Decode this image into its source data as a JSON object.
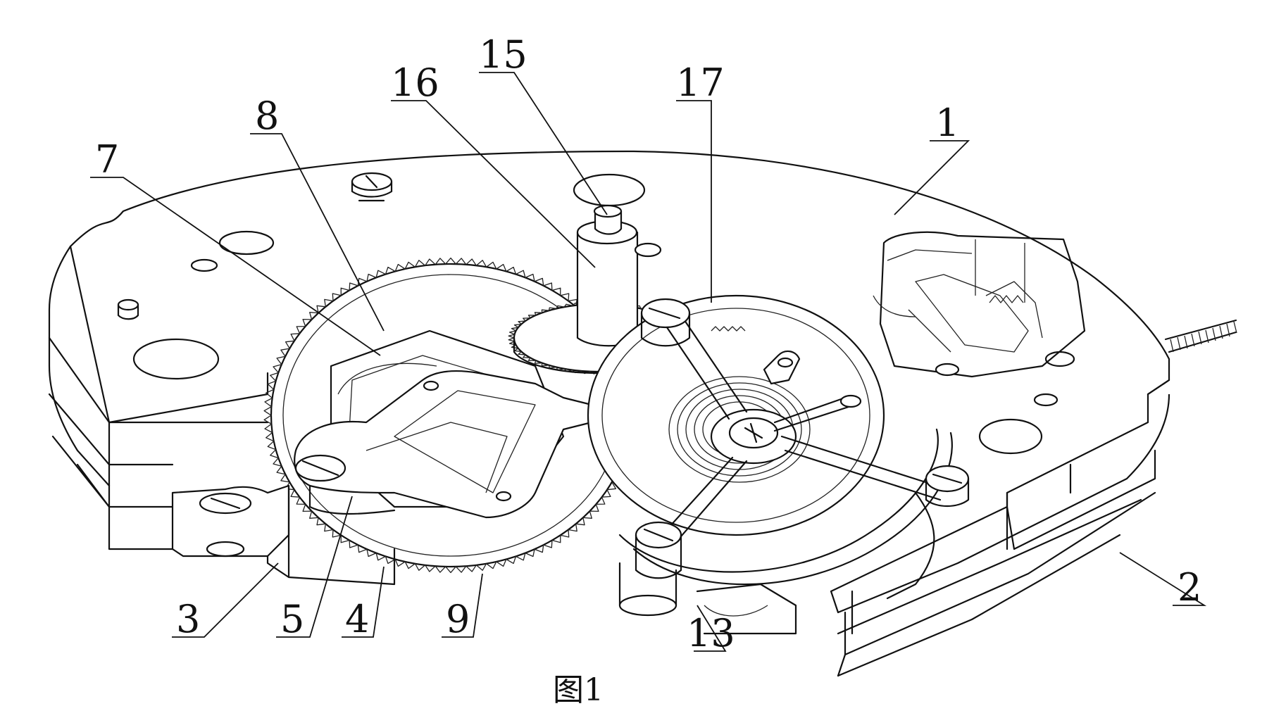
{
  "figure": {
    "caption": "图1",
    "labels": [
      {
        "id": "l1",
        "text": "1"
      },
      {
        "id": "l2",
        "text": "2"
      },
      {
        "id": "l3",
        "text": "3"
      },
      {
        "id": "l4",
        "text": "4"
      },
      {
        "id": "l5",
        "text": "5"
      },
      {
        "id": "l7",
        "text": "7"
      },
      {
        "id": "l8",
        "text": "8"
      },
      {
        "id": "l9",
        "text": "9"
      },
      {
        "id": "l13",
        "text": "13"
      },
      {
        "id": "l15",
        "text": "15"
      },
      {
        "id": "l16",
        "text": "16"
      },
      {
        "id": "l17",
        "text": "17"
      }
    ]
  }
}
